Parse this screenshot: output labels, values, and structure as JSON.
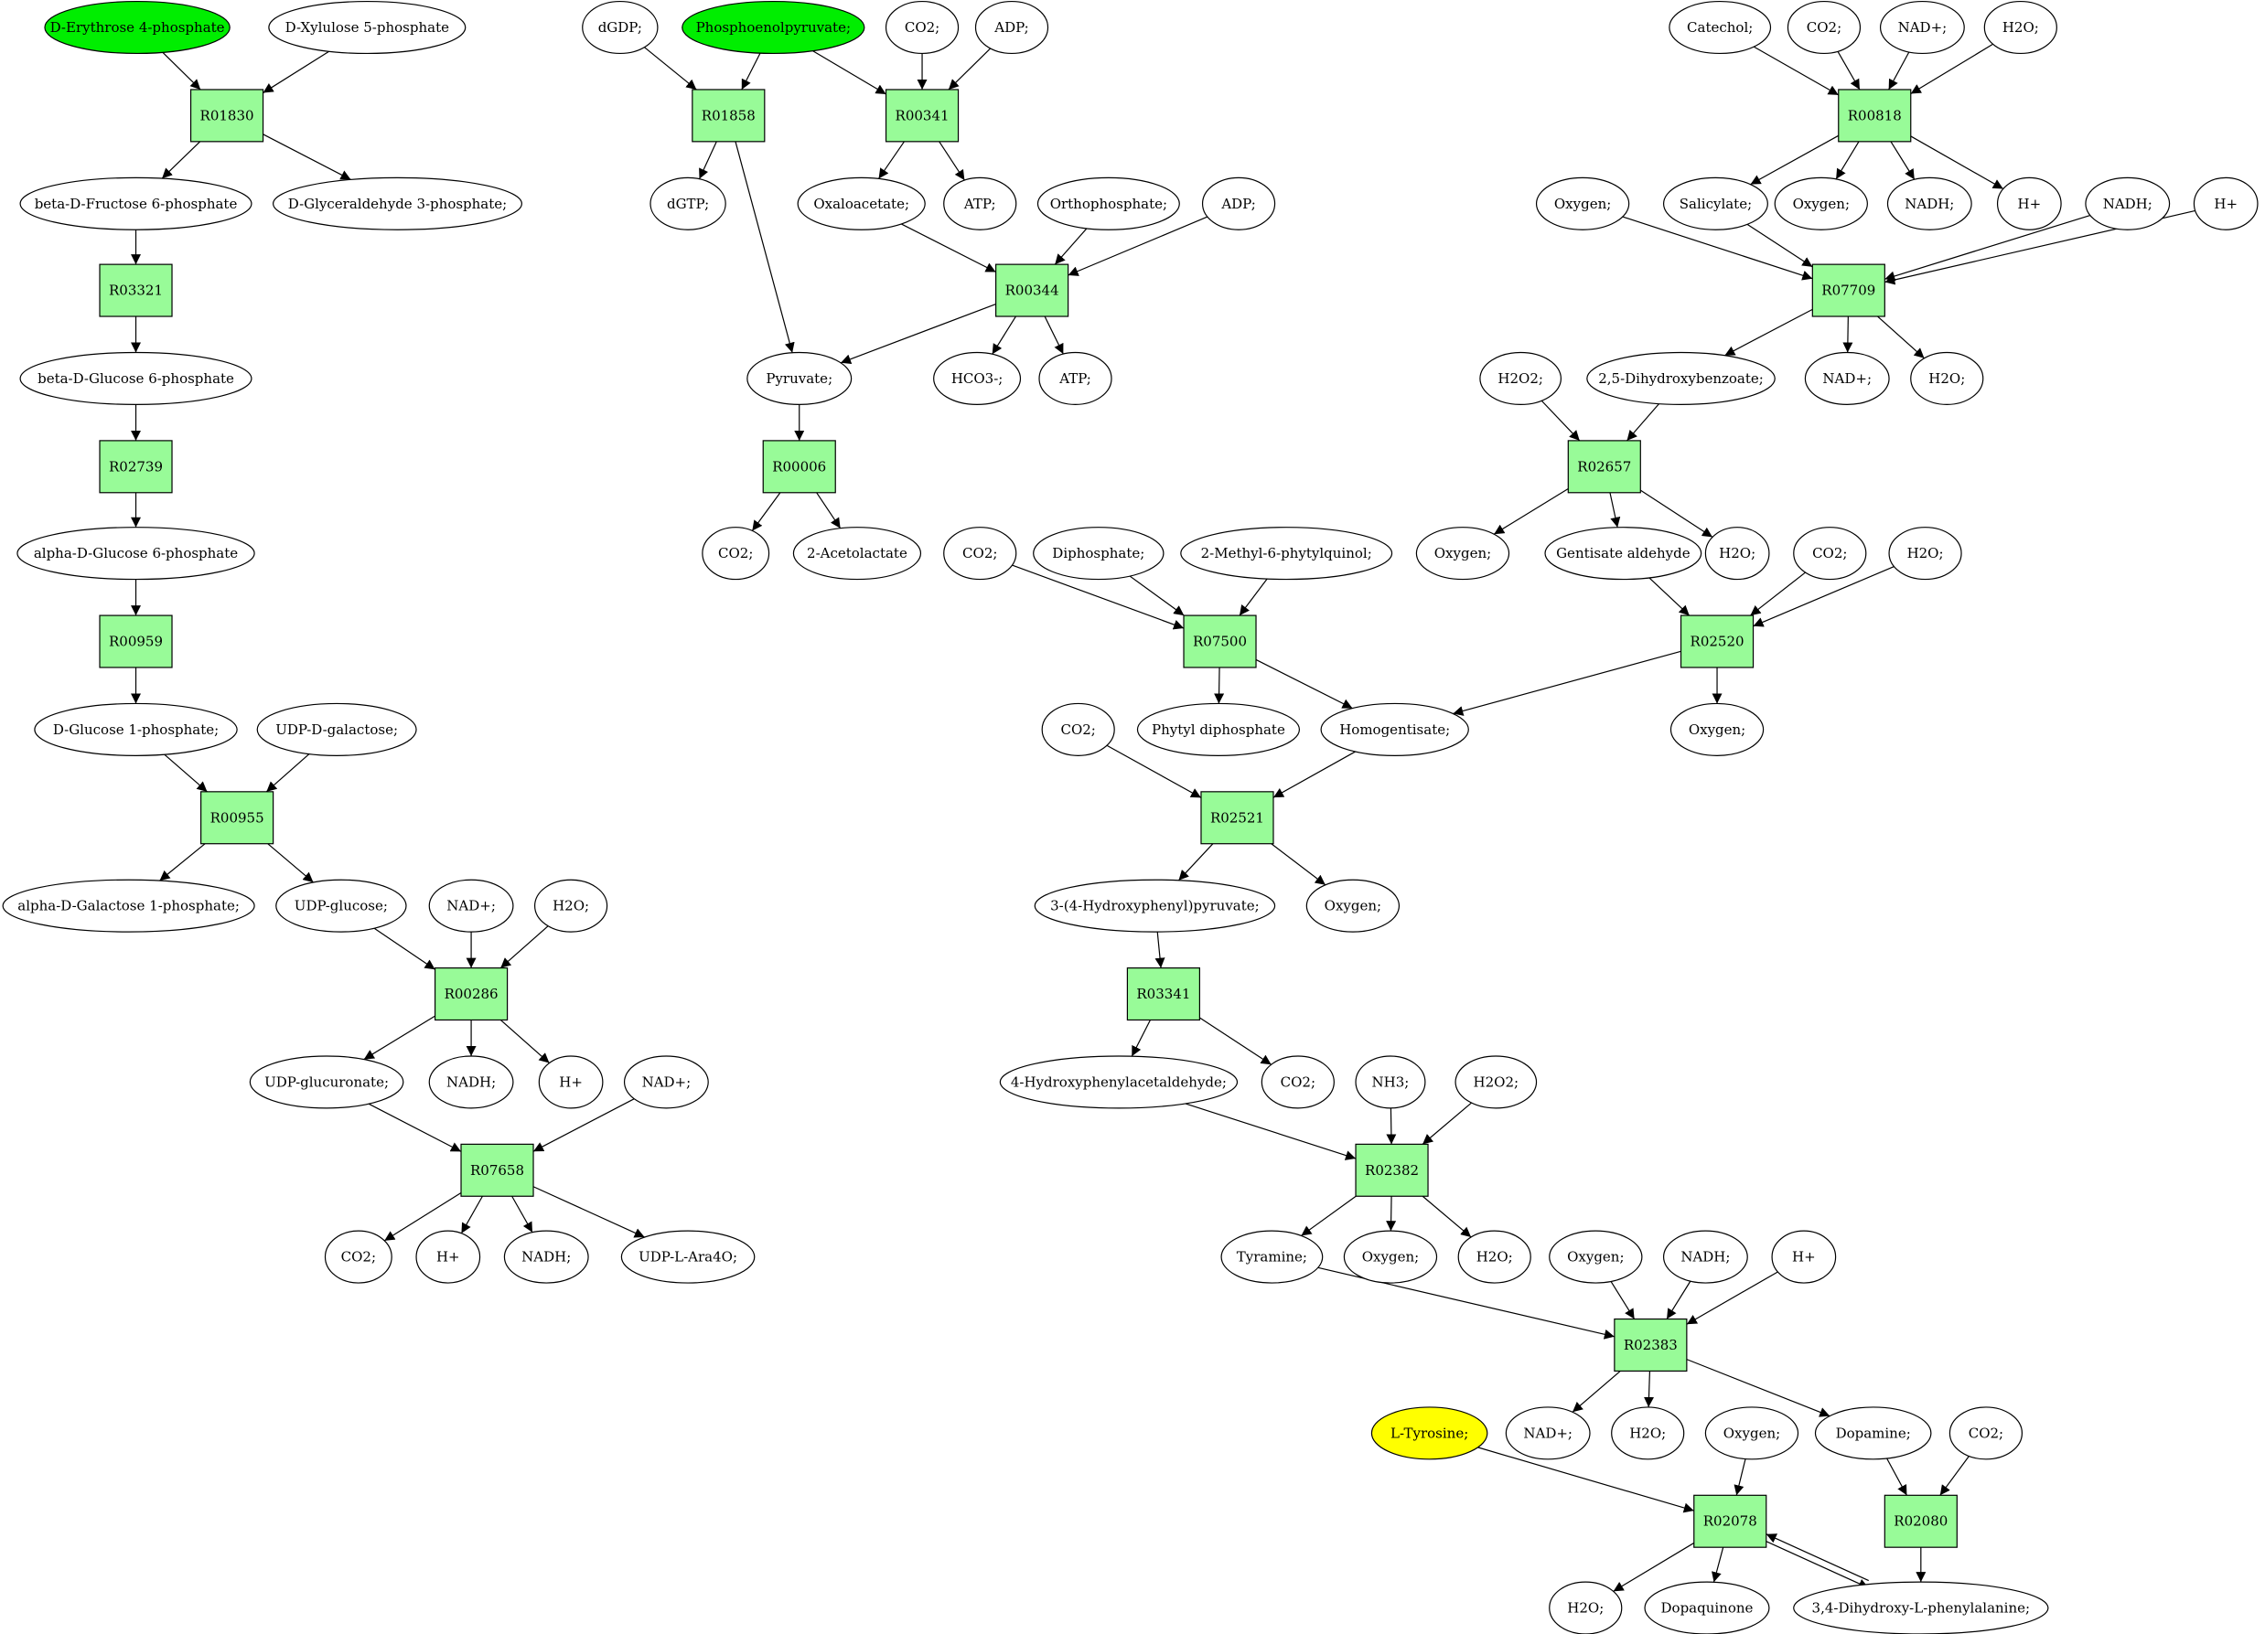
{
  "diagram": {
    "colors": {
      "reaction": "#98fb98",
      "compound": "#ffffff",
      "highlight_source": "#00ee00",
      "highlight_target": "#ffff00",
      "stroke": "#000000"
    },
    "nodes": [
      {
        "id": "e4p",
        "label": "D-Erythrose 4-phosphate",
        "kind": "compound",
        "fill": "#00ee00"
      },
      {
        "id": "x5p",
        "label": "D-Xylulose 5-phosphate",
        "kind": "compound"
      },
      {
        "id": "R01830",
        "label": "R01830",
        "kind": "reaction"
      },
      {
        "id": "bdf6p",
        "label": "beta-D-Fructose 6-phosphate",
        "kind": "compound"
      },
      {
        "id": "dg3p",
        "label": "D-Glyceraldehyde 3-phosphate;",
        "kind": "compound"
      },
      {
        "id": "R03321",
        "label": "R03321",
        "kind": "reaction"
      },
      {
        "id": "bdg6p",
        "label": "beta-D-Glucose 6-phosphate",
        "kind": "compound"
      },
      {
        "id": "R02739",
        "label": "R02739",
        "kind": "reaction"
      },
      {
        "id": "adg6p",
        "label": "alpha-D-Glucose 6-phosphate",
        "kind": "compound"
      },
      {
        "id": "R00959",
        "label": "R00959",
        "kind": "reaction"
      },
      {
        "id": "dg1p",
        "label": "D-Glucose 1-phosphate;",
        "kind": "compound"
      },
      {
        "id": "udpgal",
        "label": "UDP-D-galactose;",
        "kind": "compound"
      },
      {
        "id": "R00955",
        "label": "R00955",
        "kind": "reaction"
      },
      {
        "id": "adgal1p",
        "label": "alpha-D-Galactose 1-phosphate;",
        "kind": "compound"
      },
      {
        "id": "udpglc",
        "label": "UDP-glucose;",
        "kind": "compound"
      },
      {
        "id": "nad_1",
        "label": "NAD+;",
        "kind": "compound"
      },
      {
        "id": "h2o_1",
        "label": "H2O;",
        "kind": "compound"
      },
      {
        "id": "R00286",
        "label": "R00286",
        "kind": "reaction"
      },
      {
        "id": "udpglcu",
        "label": "UDP-glucuronate;",
        "kind": "compound"
      },
      {
        "id": "nadh_1",
        "label": "NADH;",
        "kind": "compound"
      },
      {
        "id": "hp_1",
        "label": "H+",
        "kind": "compound"
      },
      {
        "id": "nad_2",
        "label": "NAD+;",
        "kind": "compound"
      },
      {
        "id": "R07658",
        "label": "R07658",
        "kind": "reaction"
      },
      {
        "id": "co2_1",
        "label": "CO2;",
        "kind": "compound"
      },
      {
        "id": "hp_2",
        "label": "H+",
        "kind": "compound"
      },
      {
        "id": "nadh_2",
        "label": "NADH;",
        "kind": "compound"
      },
      {
        "id": "udpara",
        "label": "UDP-L-Ara4O;",
        "kind": "compound"
      },
      {
        "id": "dgdp",
        "label": "dGDP;",
        "kind": "compound"
      },
      {
        "id": "pep",
        "label": "Phosphoenolpyruvate;",
        "kind": "compound",
        "fill": "#00ee00"
      },
      {
        "id": "co2_2",
        "label": "CO2;",
        "kind": "compound"
      },
      {
        "id": "adp_1",
        "label": "ADP;",
        "kind": "compound"
      },
      {
        "id": "R01858",
        "label": "R01858",
        "kind": "reaction"
      },
      {
        "id": "R00341",
        "label": "R00341",
        "kind": "reaction"
      },
      {
        "id": "dgtp",
        "label": "dGTP;",
        "kind": "compound"
      },
      {
        "id": "oaa",
        "label": "Oxaloacetate;",
        "kind": "compound"
      },
      {
        "id": "atp_1",
        "label": "ATP;",
        "kind": "compound"
      },
      {
        "id": "ortho",
        "label": "Orthophosphate;",
        "kind": "compound"
      },
      {
        "id": "adp_2",
        "label": "ADP;",
        "kind": "compound"
      },
      {
        "id": "R00344",
        "label": "R00344",
        "kind": "reaction"
      },
      {
        "id": "pyr",
        "label": "Pyruvate;",
        "kind": "compound"
      },
      {
        "id": "hco3",
        "label": "HCO3-;",
        "kind": "compound"
      },
      {
        "id": "atp_2",
        "label": "ATP;",
        "kind": "compound"
      },
      {
        "id": "R00006",
        "label": "R00006",
        "kind": "reaction"
      },
      {
        "id": "co2_3",
        "label": "CO2;",
        "kind": "compound"
      },
      {
        "id": "acetolac",
        "label": "2-Acetolactate",
        "kind": "compound"
      },
      {
        "id": "catechol",
        "label": "Catechol;",
        "kind": "compound"
      },
      {
        "id": "co2_4",
        "label": "CO2;",
        "kind": "compound"
      },
      {
        "id": "nad_3",
        "label": "NAD+;",
        "kind": "compound"
      },
      {
        "id": "h2o_2",
        "label": "H2O;",
        "kind": "compound"
      },
      {
        "id": "R00818",
        "label": "R00818",
        "kind": "reaction"
      },
      {
        "id": "oxy_1",
        "label": "Oxygen;",
        "kind": "compound"
      },
      {
        "id": "salic",
        "label": "Salicylate;",
        "kind": "compound"
      },
      {
        "id": "oxy_2",
        "label": "Oxygen;",
        "kind": "compound"
      },
      {
        "id": "nadh_3",
        "label": "NADH;",
        "kind": "compound"
      },
      {
        "id": "hp_3",
        "label": "H+",
        "kind": "compound"
      },
      {
        "id": "nadh_4",
        "label": "NADH;",
        "kind": "compound"
      },
      {
        "id": "hp_4",
        "label": "H+",
        "kind": "compound"
      },
      {
        "id": "R07709",
        "label": "R07709",
        "kind": "reaction"
      },
      {
        "id": "h2o2_1",
        "label": "H2O2;",
        "kind": "compound"
      },
      {
        "id": "dhb",
        "label": "2,5-Dihydroxybenzoate;",
        "kind": "compound"
      },
      {
        "id": "nad_4",
        "label": "NAD+;",
        "kind": "compound"
      },
      {
        "id": "h2o_3",
        "label": "H2O;",
        "kind": "compound"
      },
      {
        "id": "R02657",
        "label": "R02657",
        "kind": "reaction"
      },
      {
        "id": "co2_5",
        "label": "CO2;",
        "kind": "compound"
      },
      {
        "id": "diphos",
        "label": "Diphosphate;",
        "kind": "compound"
      },
      {
        "id": "mpq",
        "label": "2-Methyl-6-phytylquinol;",
        "kind": "compound"
      },
      {
        "id": "oxy_3",
        "label": "Oxygen;",
        "kind": "compound"
      },
      {
        "id": "gentald",
        "label": "Gentisate aldehyde",
        "kind": "compound"
      },
      {
        "id": "h2o_4",
        "label": "H2O;",
        "kind": "compound"
      },
      {
        "id": "co2_6",
        "label": "CO2;",
        "kind": "compound"
      },
      {
        "id": "h2o_5",
        "label": "H2O;",
        "kind": "compound"
      },
      {
        "id": "R07500",
        "label": "R07500",
        "kind": "reaction"
      },
      {
        "id": "R02520",
        "label": "R02520",
        "kind": "reaction"
      },
      {
        "id": "phytdp",
        "label": "Phytyl diphosphate",
        "kind": "compound"
      },
      {
        "id": "homogent",
        "label": "Homogentisate;",
        "kind": "compound"
      },
      {
        "id": "oxy_4",
        "label": "Oxygen;",
        "kind": "compound"
      },
      {
        "id": "co2_7",
        "label": "CO2;",
        "kind": "compound"
      },
      {
        "id": "R02521",
        "label": "R02521",
        "kind": "reaction"
      },
      {
        "id": "hpp",
        "label": "3-(4-Hydroxyphenyl)pyruvate;",
        "kind": "compound"
      },
      {
        "id": "oxy_5",
        "label": "Oxygen;",
        "kind": "compound"
      },
      {
        "id": "R03341",
        "label": "R03341",
        "kind": "reaction"
      },
      {
        "id": "hpa",
        "label": "4-Hydroxyphenylacetaldehyde;",
        "kind": "compound"
      },
      {
        "id": "co2_8",
        "label": "CO2;",
        "kind": "compound"
      },
      {
        "id": "nh3",
        "label": "NH3;",
        "kind": "compound"
      },
      {
        "id": "h2o2_2",
        "label": "H2O2;",
        "kind": "compound"
      },
      {
        "id": "R02382",
        "label": "R02382",
        "kind": "reaction"
      },
      {
        "id": "tyramine",
        "label": "Tyramine;",
        "kind": "compound"
      },
      {
        "id": "oxy_6",
        "label": "Oxygen;",
        "kind": "compound"
      },
      {
        "id": "h2o_6",
        "label": "H2O;",
        "kind": "compound"
      },
      {
        "id": "oxy_7",
        "label": "Oxygen;",
        "kind": "compound"
      },
      {
        "id": "nadh_5",
        "label": "NADH;",
        "kind": "compound"
      },
      {
        "id": "hp_5",
        "label": "H+",
        "kind": "compound"
      },
      {
        "id": "R02383",
        "label": "R02383",
        "kind": "reaction"
      },
      {
        "id": "tyr",
        "label": "L-Tyrosine;",
        "kind": "compound",
        "fill": "#ffff00"
      },
      {
        "id": "nad_5",
        "label": "NAD+;",
        "kind": "compound"
      },
      {
        "id": "h2o_7",
        "label": "H2O;",
        "kind": "compound"
      },
      {
        "id": "oxy_8",
        "label": "Oxygen;",
        "kind": "compound"
      },
      {
        "id": "dopamine",
        "label": "Dopamine;",
        "kind": "compound"
      },
      {
        "id": "co2_9",
        "label": "CO2;",
        "kind": "compound"
      },
      {
        "id": "R02078",
        "label": "R02078",
        "kind": "reaction"
      },
      {
        "id": "R02080",
        "label": "R02080",
        "kind": "reaction"
      },
      {
        "id": "h2o_8",
        "label": "H2O;",
        "kind": "compound"
      },
      {
        "id": "dopaq",
        "label": "Dopaquinone",
        "kind": "compound"
      },
      {
        "id": "ldopa",
        "label": "3,4-Dihydroxy-L-phenylalanine;",
        "kind": "compound"
      }
    ],
    "edges": [
      [
        "e4p",
        "R01830"
      ],
      [
        "x5p",
        "R01830"
      ],
      [
        "R01830",
        "bdf6p"
      ],
      [
        "R01830",
        "dg3p"
      ],
      [
        "bdf6p",
        "R03321"
      ],
      [
        "R03321",
        "bdg6p"
      ],
      [
        "bdg6p",
        "R02739"
      ],
      [
        "R02739",
        "adg6p"
      ],
      [
        "adg6p",
        "R00959"
      ],
      [
        "R00959",
        "dg1p"
      ],
      [
        "dg1p",
        "R00955"
      ],
      [
        "udpgal",
        "R00955"
      ],
      [
        "R00955",
        "adgal1p"
      ],
      [
        "R00955",
        "udpglc"
      ],
      [
        "udpglc",
        "R00286"
      ],
      [
        "nad_1",
        "R00286"
      ],
      [
        "h2o_1",
        "R00286"
      ],
      [
        "R00286",
        "udpglcu"
      ],
      [
        "R00286",
        "nadh_1"
      ],
      [
        "R00286",
        "hp_1"
      ],
      [
        "udpglcu",
        "R07658"
      ],
      [
        "nad_2",
        "R07658"
      ],
      [
        "R07658",
        "co2_1"
      ],
      [
        "R07658",
        "hp_2"
      ],
      [
        "R07658",
        "nadh_2"
      ],
      [
        "R07658",
        "udpara"
      ],
      [
        "dgdp",
        "R01858"
      ],
      [
        "pep",
        "R01858"
      ],
      [
        "R01858",
        "dgtp"
      ],
      [
        "R01858",
        "pyr"
      ],
      [
        "pep",
        "R00341"
      ],
      [
        "co2_2",
        "R00341"
      ],
      [
        "adp_1",
        "R00341"
      ],
      [
        "R00341",
        "oaa"
      ],
      [
        "R00341",
        "atp_1"
      ],
      [
        "oaa",
        "R00344"
      ],
      [
        "ortho",
        "R00344"
      ],
      [
        "adp_2",
        "R00344"
      ],
      [
        "R00344",
        "pyr"
      ],
      [
        "R00344",
        "hco3"
      ],
      [
        "R00344",
        "atp_2"
      ],
      [
        "pyr",
        "R00006"
      ],
      [
        "R00006",
        "co2_3"
      ],
      [
        "R00006",
        "acetolac"
      ],
      [
        "catechol",
        "R00818"
      ],
      [
        "co2_4",
        "R00818"
      ],
      [
        "nad_3",
        "R00818"
      ],
      [
        "h2o_2",
        "R00818"
      ],
      [
        "R00818",
        "salic"
      ],
      [
        "R00818",
        "oxy_2"
      ],
      [
        "R00818",
        "nadh_3"
      ],
      [
        "R00818",
        "hp_3"
      ],
      [
        "oxy_1",
        "R07709"
      ],
      [
        "salic",
        "R07709"
      ],
      [
        "nadh_4",
        "R07709"
      ],
      [
        "hp_4",
        "R07709"
      ],
      [
        "R07709",
        "dhb"
      ],
      [
        "R07709",
        "nad_4"
      ],
      [
        "R07709",
        "h2o_3"
      ],
      [
        "h2o2_1",
        "R02657"
      ],
      [
        "dhb",
        "R02657"
      ],
      [
        "R02657",
        "oxy_3"
      ],
      [
        "R02657",
        "gentald"
      ],
      [
        "R02657",
        "h2o_4"
      ],
      [
        "gentald",
        "R02520"
      ],
      [
        "co2_6",
        "R02520"
      ],
      [
        "h2o_5",
        "R02520"
      ],
      [
        "R02520",
        "homogent"
      ],
      [
        "R02520",
        "oxy_4"
      ],
      [
        "co2_5",
        "R07500"
      ],
      [
        "diphos",
        "R07500"
      ],
      [
        "mpq",
        "R07500"
      ],
      [
        "R07500",
        "phytdp"
      ],
      [
        "R07500",
        "homogent"
      ],
      [
        "co2_7",
        "R02521"
      ],
      [
        "homogent",
        "R02521"
      ],
      [
        "R02521",
        "hpp"
      ],
      [
        "R02521",
        "oxy_5"
      ],
      [
        "hpp",
        "R03341"
      ],
      [
        "R03341",
        "hpa"
      ],
      [
        "R03341",
        "co2_8"
      ],
      [
        "hpa",
        "R02382"
      ],
      [
        "nh3",
        "R02382"
      ],
      [
        "h2o2_2",
        "R02382"
      ],
      [
        "R02382",
        "tyramine"
      ],
      [
        "R02382",
        "oxy_6"
      ],
      [
        "R02382",
        "h2o_6"
      ],
      [
        "tyramine",
        "R02383"
      ],
      [
        "oxy_7",
        "R02383"
      ],
      [
        "nadh_5",
        "R02383"
      ],
      [
        "hp_5",
        "R02383"
      ],
      [
        "R02383",
        "nad_5"
      ],
      [
        "R02383",
        "h2o_7"
      ],
      [
        "R02383",
        "dopamine"
      ],
      [
        "tyr",
        "R02078"
      ],
      [
        "oxy_8",
        "R02078"
      ],
      [
        "R02078",
        "h2o_8"
      ],
      [
        "R02078",
        "dopaq"
      ],
      [
        "R02078",
        "ldopa"
      ],
      [
        "ldopa",
        "R02078"
      ],
      [
        "dopamine",
        "R02080"
      ],
      [
        "co2_9",
        "R02080"
      ],
      [
        "R02080",
        "ldopa"
      ]
    ]
  }
}
